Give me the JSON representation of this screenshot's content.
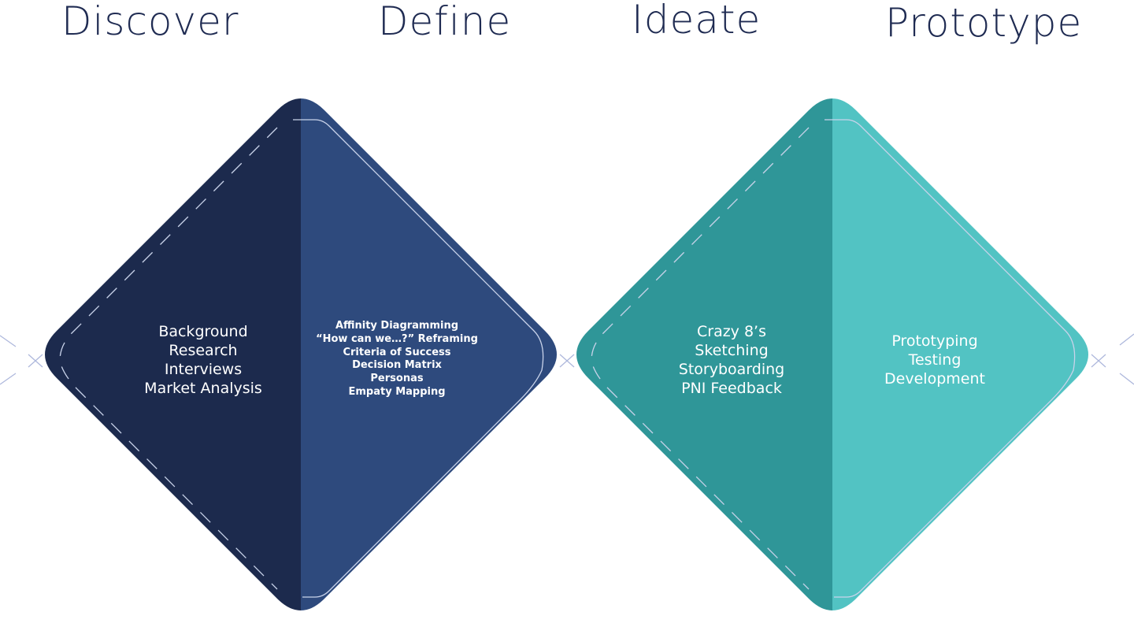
{
  "phases": {
    "discover": {
      "title": "Discover",
      "items": [
        "Background",
        "Research",
        "Interviews",
        "Market Analysis"
      ],
      "color": "#1c2a4d"
    },
    "define": {
      "title": "Define",
      "items": [
        "Affinity Diagramming",
        "“How can we…?” Reframing",
        "Criteria of Success",
        "Decision Matrix",
        "Personas",
        "Empaty Mapping"
      ],
      "color": "#2e4a7d"
    },
    "ideate": {
      "title": "Ideate",
      "items": [
        "Crazy 8’s",
        "Sketching",
        "Storyboarding",
        "PNI Feedback"
      ],
      "color": "#2f9698"
    },
    "prototype": {
      "title": "Prototype",
      "items": [
        "Prototyping",
        "Testing",
        "Development"
      ],
      "color": "#52c3c3"
    }
  },
  "colors": {
    "title_text": "#1f2b52",
    "outline_line": "#c9d3ea",
    "connector_line": "#aeb8dc"
  }
}
